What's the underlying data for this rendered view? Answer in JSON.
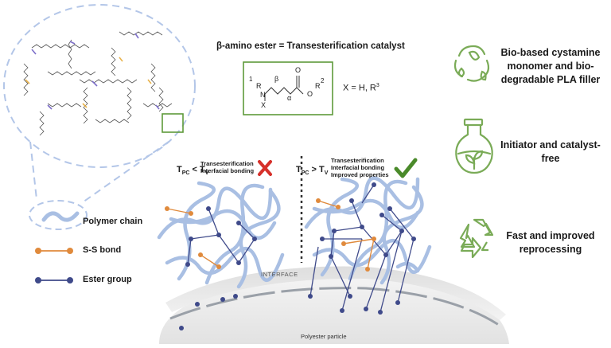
{
  "catalyst": {
    "title": "β-amino ester = Transesterification catalyst",
    "x_note": "X = H, R",
    "x_note_sup": "3",
    "label_1": "1",
    "label_R": "R",
    "label_N": "N",
    "label_X": "X",
    "label_beta": "β",
    "label_alpha": "α",
    "label_O": "O",
    "label_O2": "O",
    "label_R2": "R",
    "label_2": "2"
  },
  "legend": {
    "polymer_chain": "Polymer chain",
    "ss_bond": "S-S bond",
    "ester_group": "Ester group"
  },
  "conditions": {
    "left": {
      "t1": "T",
      "t1_sub": "PC",
      "op": "<",
      "t2": "T",
      "t2_sub": "V",
      "notes": [
        "Transesterification",
        "Interfacial bonding"
      ],
      "mark": "X"
    },
    "right": {
      "t1": "T",
      "t1_sub": "PC",
      "op": ">",
      "t2": "T",
      "t2_sub": "V",
      "notes": [
        "Transesterification",
        "Interfacial bonding",
        "Improved properties"
      ],
      "mark": "✓"
    }
  },
  "interface_label": "INTERFACE",
  "particle_label": "Polyester particle",
  "benefits": [
    {
      "icon": "recycle-leaf-icon",
      "text": "Bio-based cystamine monomer and bio-degradable PLA filler"
    },
    {
      "icon": "flask-leaf-icon",
      "text": "Initiator and catalyst-free"
    },
    {
      "icon": "recycle-arrows-icon",
      "text": "Fast and improved reprocessing"
    }
  ],
  "colors": {
    "chain": "#a9bfe3",
    "ss_bond": "#e08a3c",
    "ester": "#3f4a8a",
    "green": "#5e9a3a",
    "red": "#d6302a",
    "dash": "#b3c6e8",
    "check": "#4a8a2a"
  }
}
